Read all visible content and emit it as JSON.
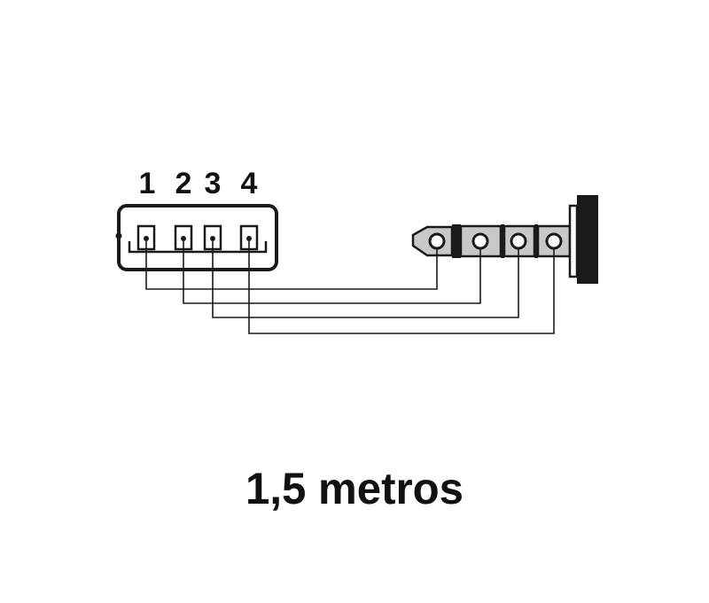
{
  "pins": [
    {
      "number": "1"
    },
    {
      "number": "2"
    },
    {
      "number": "3"
    },
    {
      "number": "4"
    }
  ],
  "cable_length_label": "1,5 metros",
  "colors": {
    "line": "#1a1a1a",
    "plug_body": "#c8c8c8",
    "plug_collar": "#1a1a1a",
    "background": "#ffffff"
  }
}
